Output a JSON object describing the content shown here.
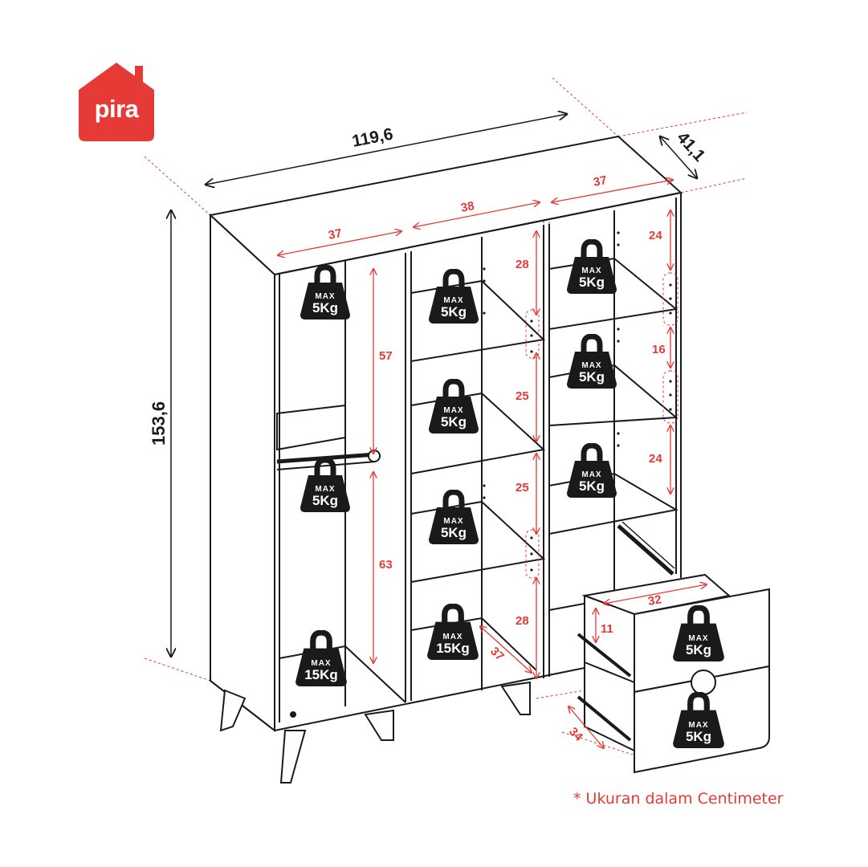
{
  "brand": {
    "name": "pira",
    "color": "#e53a35"
  },
  "dimensions": {
    "overall_width": "119,6",
    "overall_depth": "41,1",
    "overall_height": "153,6"
  },
  "inner": {
    "left_width": "37",
    "middle_width": "38",
    "right_width": "37",
    "left_upper_height": "57",
    "left_lower_height": "63",
    "middle_heights": [
      "28",
      "25",
      "25",
      "28"
    ],
    "middle_depth": "37",
    "right_heights": [
      "24",
      "16",
      "24"
    ],
    "drawer_width": "32",
    "drawer_height": "11",
    "drawer_depth": "34"
  },
  "weights": {
    "max_label": "MAX",
    "w5": "5Kg",
    "w15": "15Kg"
  },
  "footnote": "* Ukuran dalam Centimeter",
  "colors": {
    "outline": "#1a1a1a",
    "dimension_red": "#e53a35"
  }
}
